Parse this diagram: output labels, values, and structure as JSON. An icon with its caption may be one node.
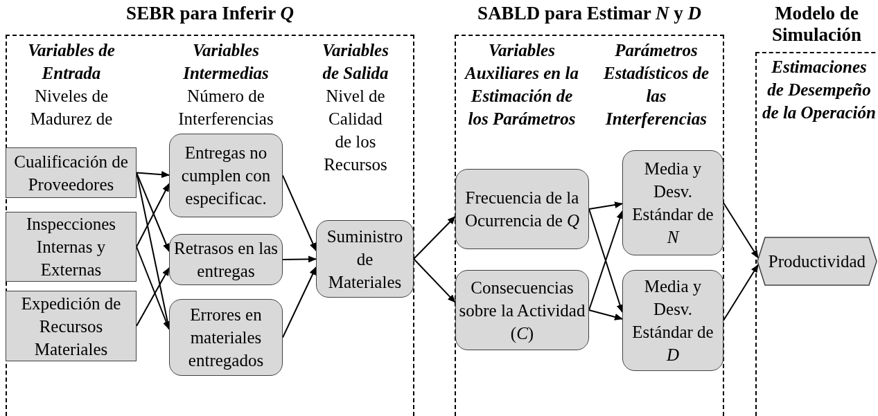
{
  "diagram": {
    "nodes": [
      {
        "text": [
          "SEBR para Inferir *Q*"
        ]
      },
      {
        "text": [
          "Cualificación de Proveedores"
        ],
        "in": 0
      },
      {
        "text": [
          "Inspecciones Internas y Externas"
        ],
        "in": 0
      },
      {
        "text": [
          "Expedición de Recursos Materiales"
        ],
        "in": 0
      },
      {
        "text": [
          "Entregas no cumplen con especificac."
        ],
        "in": 0
      },
      {
        "text": [
          "Retrasos en las entregas"
        ],
        "in": 0
      },
      {
        "text": [
          "Errores en materiales entregados"
        ],
        "in": 0
      },
      {
        "text": [
          "Suministro de Materiales"
        ],
        "in": 0
      },
      {
        "text": [
          "SABLD para Estimar *N* y *D*"
        ]
      },
      {
        "text": [
          "Frecuencia de la Ocurrencia de *Q*"
        ],
        "in": 8
      },
      {
        "text": [
          "Consecuencias sobre la Actividad (*C*)"
        ],
        "in": 8
      },
      {
        "text": [
          "Media y Desv. Estándar de *N*"
        ],
        "in": 8
      },
      {
        "text": [
          "Media y Desv. Estándar de *D*"
        ],
        "in": 8
      },
      {
        "text": [
          "Modelo de Simulación"
        ]
      },
      {
        "text": [
          "Productividad"
        ],
        "in": 13
      }
    ],
    "edges": [
      {
        "from": 1,
        "to": 4,
        "arrow": "to"
      },
      {
        "from": 1,
        "to": 5,
        "arrow": "to"
      },
      {
        "from": 1,
        "to": 6,
        "arrow": "to"
      },
      {
        "from": 2,
        "to": 4,
        "arrow": "to"
      },
      {
        "from": 2,
        "to": 6,
        "arrow": "to"
      },
      {
        "from": 3,
        "to": 5,
        "arrow": "to"
      },
      {
        "from": 4,
        "to": 7,
        "arrow": "to"
      },
      {
        "from": 5,
        "to": 7,
        "arrow": "to"
      },
      {
        "from": 6,
        "to": 7,
        "arrow": "to"
      },
      {
        "from": 7,
        "to": 9,
        "arrow": "to"
      },
      {
        "from": 7,
        "to": 10,
        "arrow": "to"
      },
      {
        "from": 9,
        "to": 11,
        "arrow": "to"
      },
      {
        "from": 9,
        "to": 12,
        "arrow": "to"
      },
      {
        "from": 10,
        "to": 11,
        "arrow": "to"
      },
      {
        "from": 10,
        "to": 12,
        "arrow": "to"
      },
      {
        "from": 11,
        "to": 14,
        "arrow": "to"
      },
      {
        "from": 12,
        "to": 14,
        "arrow": "to"
      }
    ],
    "labels": [
      "Variables de Entrada",
      "Niveles de Madurez de",
      "Variables Intermedias",
      "Número de Interferencias",
      "Variables de Salida",
      "Nivel de Calidad de los Recursos",
      "Variables Auxiliares en la Estimación de los Parámetros",
      "Parámetros Estadísticos de las Interferencias",
      "Estimaciones de Desempeño de la Operación"
    ]
  }
}
